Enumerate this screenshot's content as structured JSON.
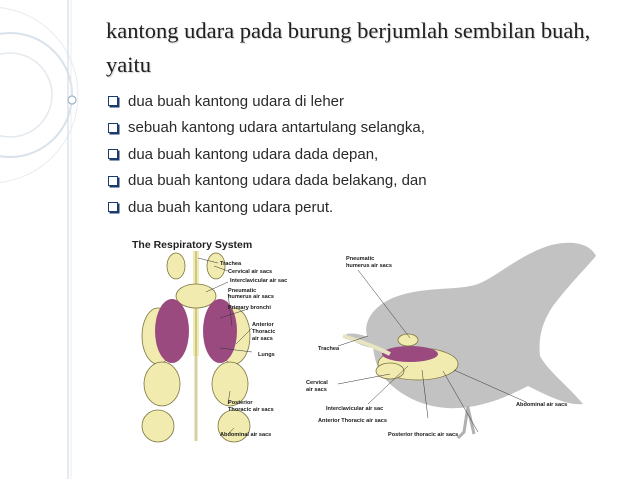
{
  "slide": {
    "title": "kantong udara pada burung berjumlah sembilan buah, yaitu",
    "bullets": [
      "dua buah kantong udara di leher",
      "sebuah kantong udara antartulang selangka,",
      "dua buah kantong udara dada depan,",
      "dua buah kantong udara dada belakang, dan",
      "dua buah kantong udara perut."
    ]
  },
  "figure": {
    "title": "The Respiratory System",
    "labels": {
      "trachea_left": "Trachea",
      "cervical_left": "Cervical air sacs",
      "interclavicular_left": "Interclavicular air sac",
      "pneumatic_left_1": "Pneumatic",
      "pneumatic_left_2": "humerus air sacs",
      "primary_bronchi": "Primary bronchi",
      "anterior_1": "Anterior",
      "anterior_2": "Thoracic",
      "anterior_3": "air sacs",
      "lungs": "Lungs",
      "posterior_1": "Posterior",
      "posterior_2": "Thoracic air sacs",
      "abdominal_left": "Abdominal air sacs",
      "pneumatic_right_1": "Pneumatic",
      "pneumatic_right_2": "humerus air sacs",
      "trachea_right": "Trachea",
      "cervical_right_1": "Cervical",
      "cervical_right_2": "air sacs",
      "interclavicular_right": "Interclavicular air sac",
      "anterior_right": "Anterior Thoracic air sacs",
      "posterior_right": "Posterior thoracic air sacs",
      "abdominal_right": "Abdominal air sacs"
    }
  },
  "colors": {
    "accent": "#9fb3c8",
    "bullet": "#1b3a6e",
    "lung": "#9b4a80",
    "air_sac": "#f1ebb0",
    "silhouette": "#bdbdbd"
  }
}
